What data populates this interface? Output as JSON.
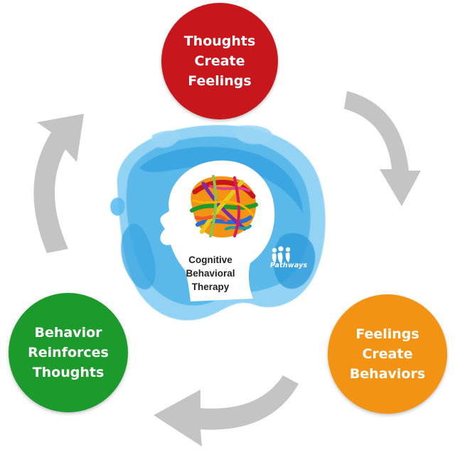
{
  "colors": {
    "thoughts": "#c8161d",
    "feelings": "#f39314",
    "behavior": "#1c9b2c",
    "arrow": "#c4c4c4",
    "splash": "#4fb3e8"
  },
  "nodes": {
    "thoughts": {
      "line1": "Thoughts",
      "line2": "Create",
      "line3": "Feelings"
    },
    "feelings": {
      "line1": "Feelings",
      "line2": "Create",
      "line3": "Behaviors"
    },
    "behavior": {
      "line1": "Behavior",
      "line2": "Reinforces",
      "line3": "Thoughts"
    }
  },
  "center": {
    "line1": "Cognitive",
    "line2": "Behavioral",
    "line3": "Therapy"
  },
  "brand": {
    "name": "Pathways"
  }
}
